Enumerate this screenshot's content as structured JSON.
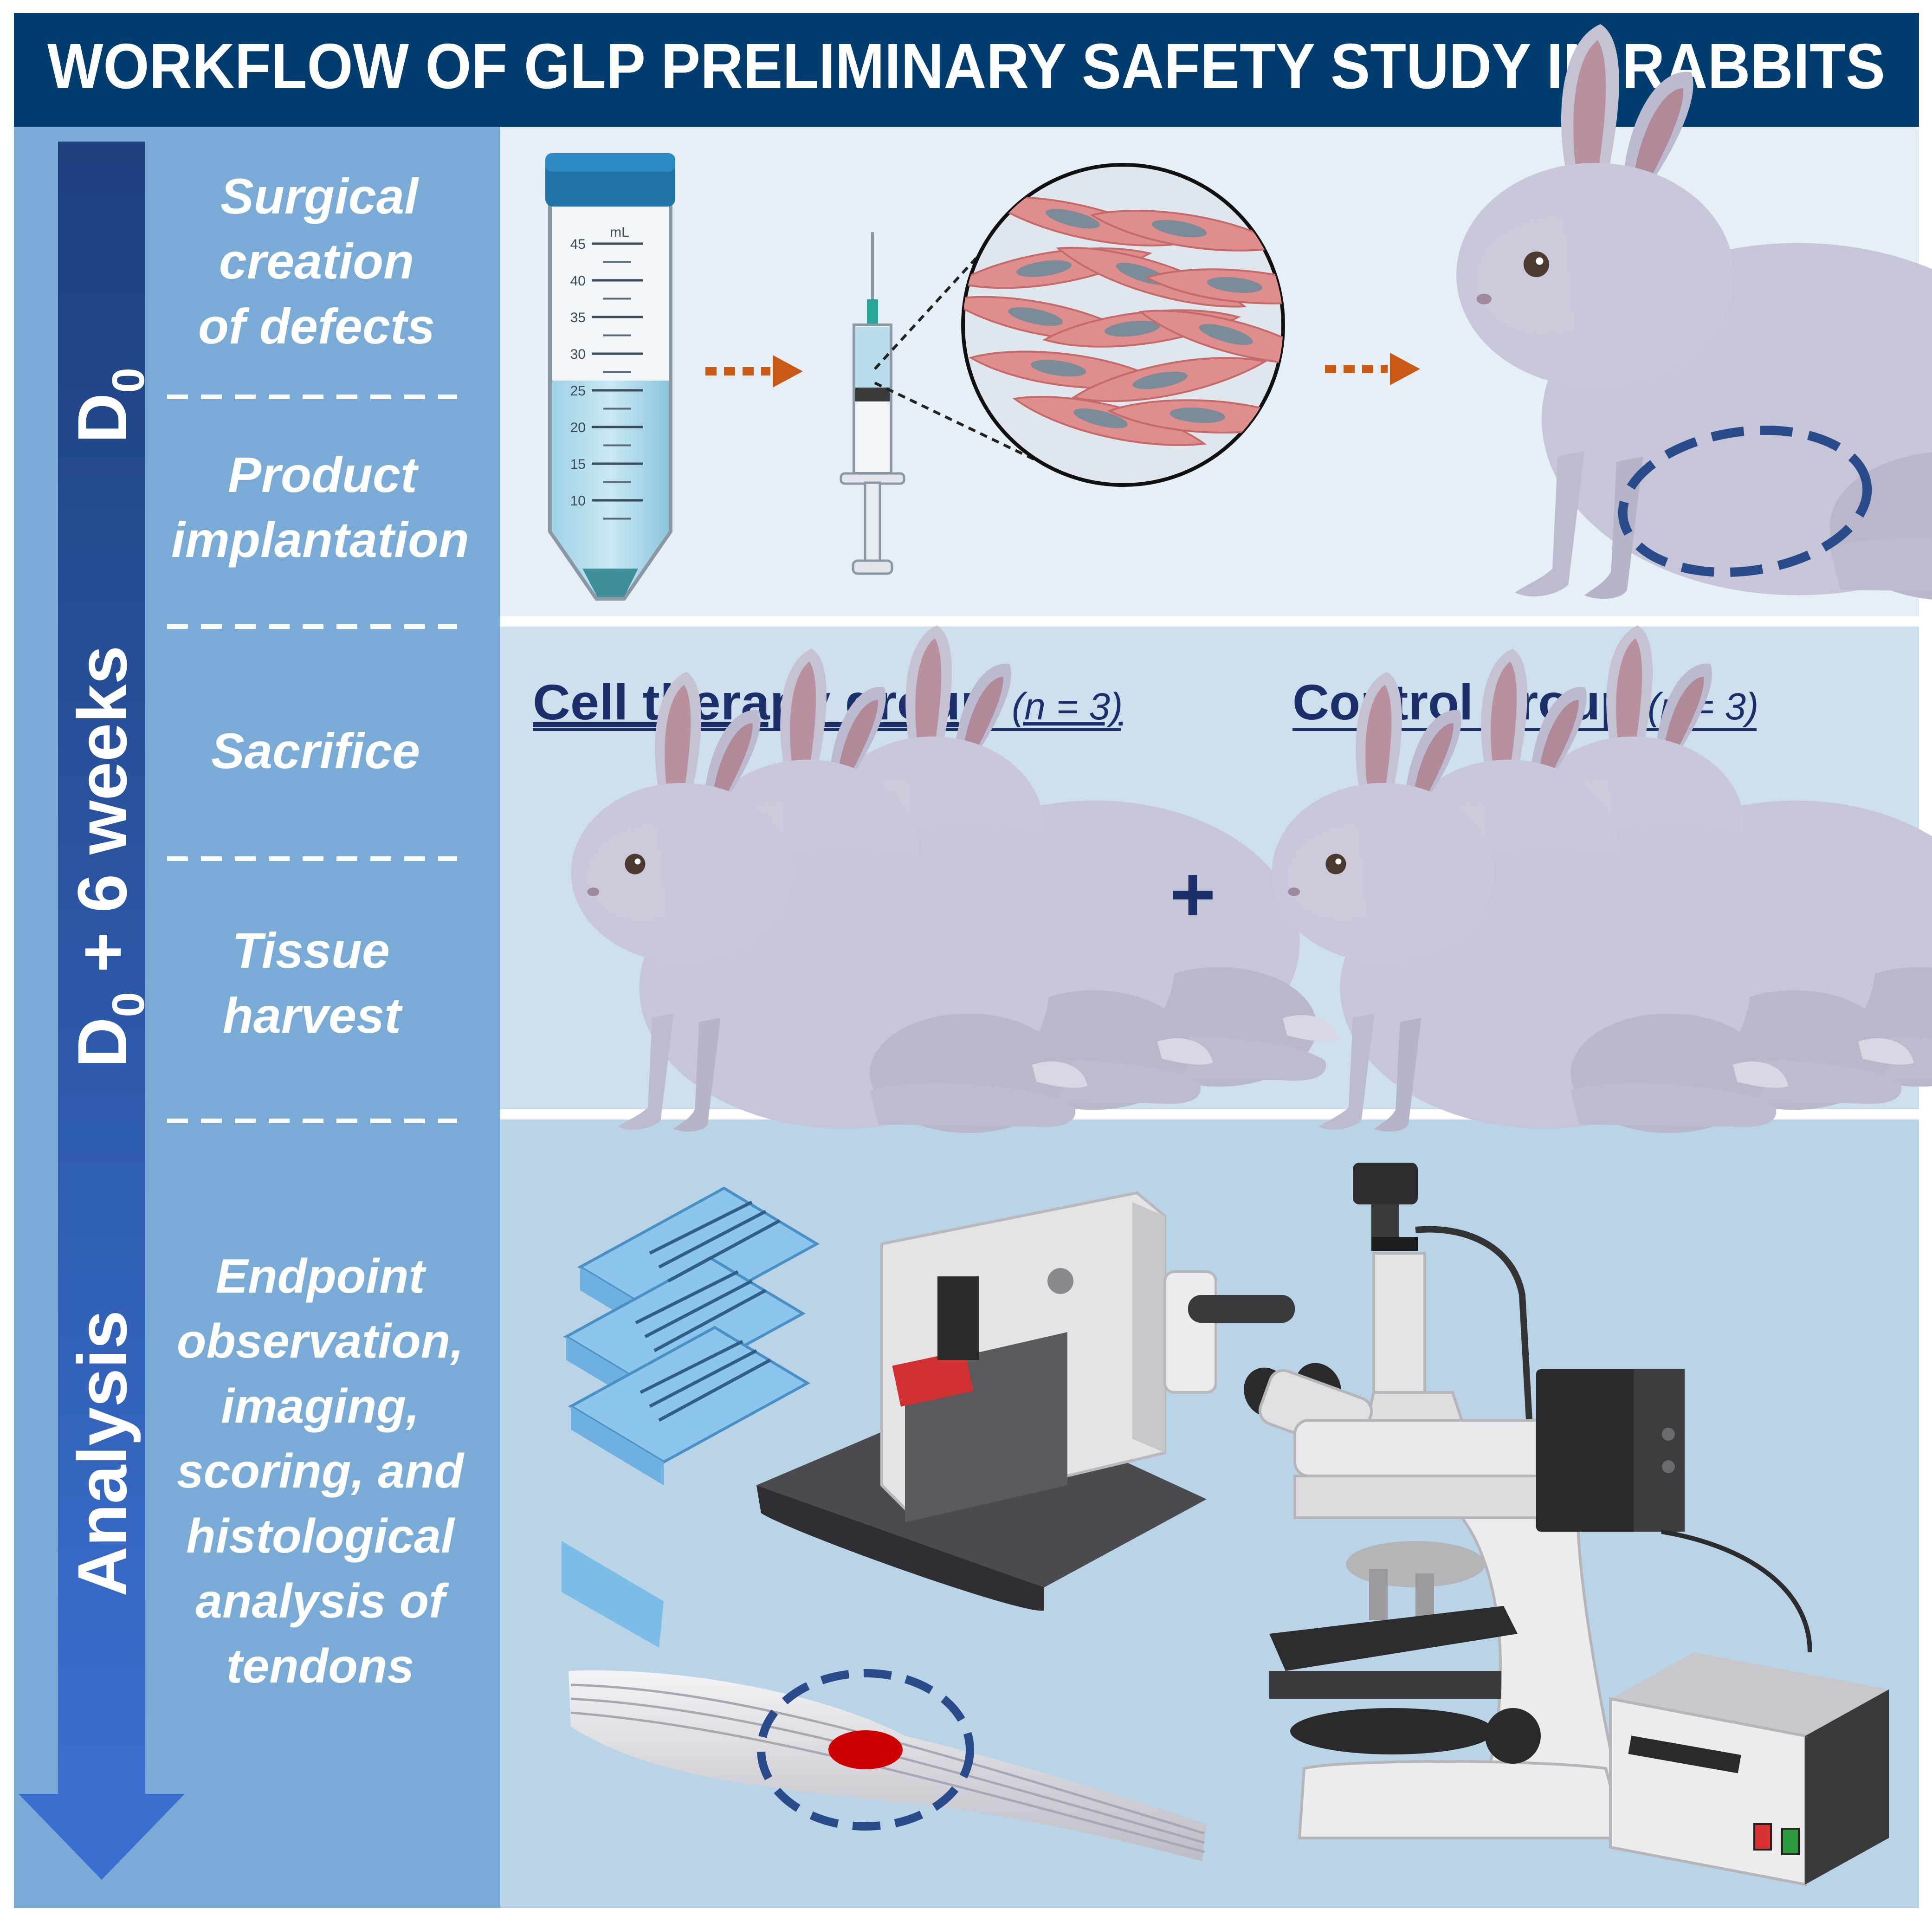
{
  "title": "WORKFLOW OF GLP PRELIMINARY SAFETY STUDY IN RABBITS",
  "colors": {
    "title_bar": "#003d6e",
    "left_panel": "#7aaad6",
    "arrow_top": "#1d3f7c",
    "arrow_bottom": "#3a6fd0",
    "panel_1": "#e6eff6",
    "panel_2": "#cddfec",
    "panel_3": "#b9d4e6",
    "dotted_arrow": "#c85a16",
    "dashed_circle": "#2a4b8a",
    "group_text": "#1d2f6a"
  },
  "phases": {
    "d0": {
      "main": "D",
      "sub": "0"
    },
    "d0_6weeks": {
      "main": "D",
      "sub": "0",
      "rest": " + 6 weeks"
    },
    "analysis": "Analysis"
  },
  "steps": {
    "surgical": [
      "Surgical",
      "creation",
      "of defects"
    ],
    "product": [
      "Product",
      "implantation"
    ],
    "sacrifice": [
      "Sacrifice"
    ],
    "tissue": [
      "Tissue",
      "harvest"
    ],
    "endpoint": [
      "Endpoint",
      "observation,",
      "imaging,",
      "scoring, and",
      "histological",
      "analysis of",
      "tendons"
    ]
  },
  "groups": {
    "cell_therapy": {
      "label": "Cell therapy group",
      "n": "(n = 3)"
    },
    "control": {
      "label": "Control group",
      "n": "(n = 3)"
    },
    "plus": "+"
  },
  "tube": {
    "unit": "mL",
    "ticks": [
      "45",
      "40",
      "35",
      "30",
      "25",
      "20",
      "15",
      "10"
    ]
  },
  "icons": [
    "conical-tube-icon",
    "syringe-icon",
    "cells-magnifier-icon",
    "rabbit-icon",
    "tissue-cassette-icon",
    "microtome-icon",
    "tendon-icon",
    "microscope-icon",
    "power-supply-icon"
  ]
}
